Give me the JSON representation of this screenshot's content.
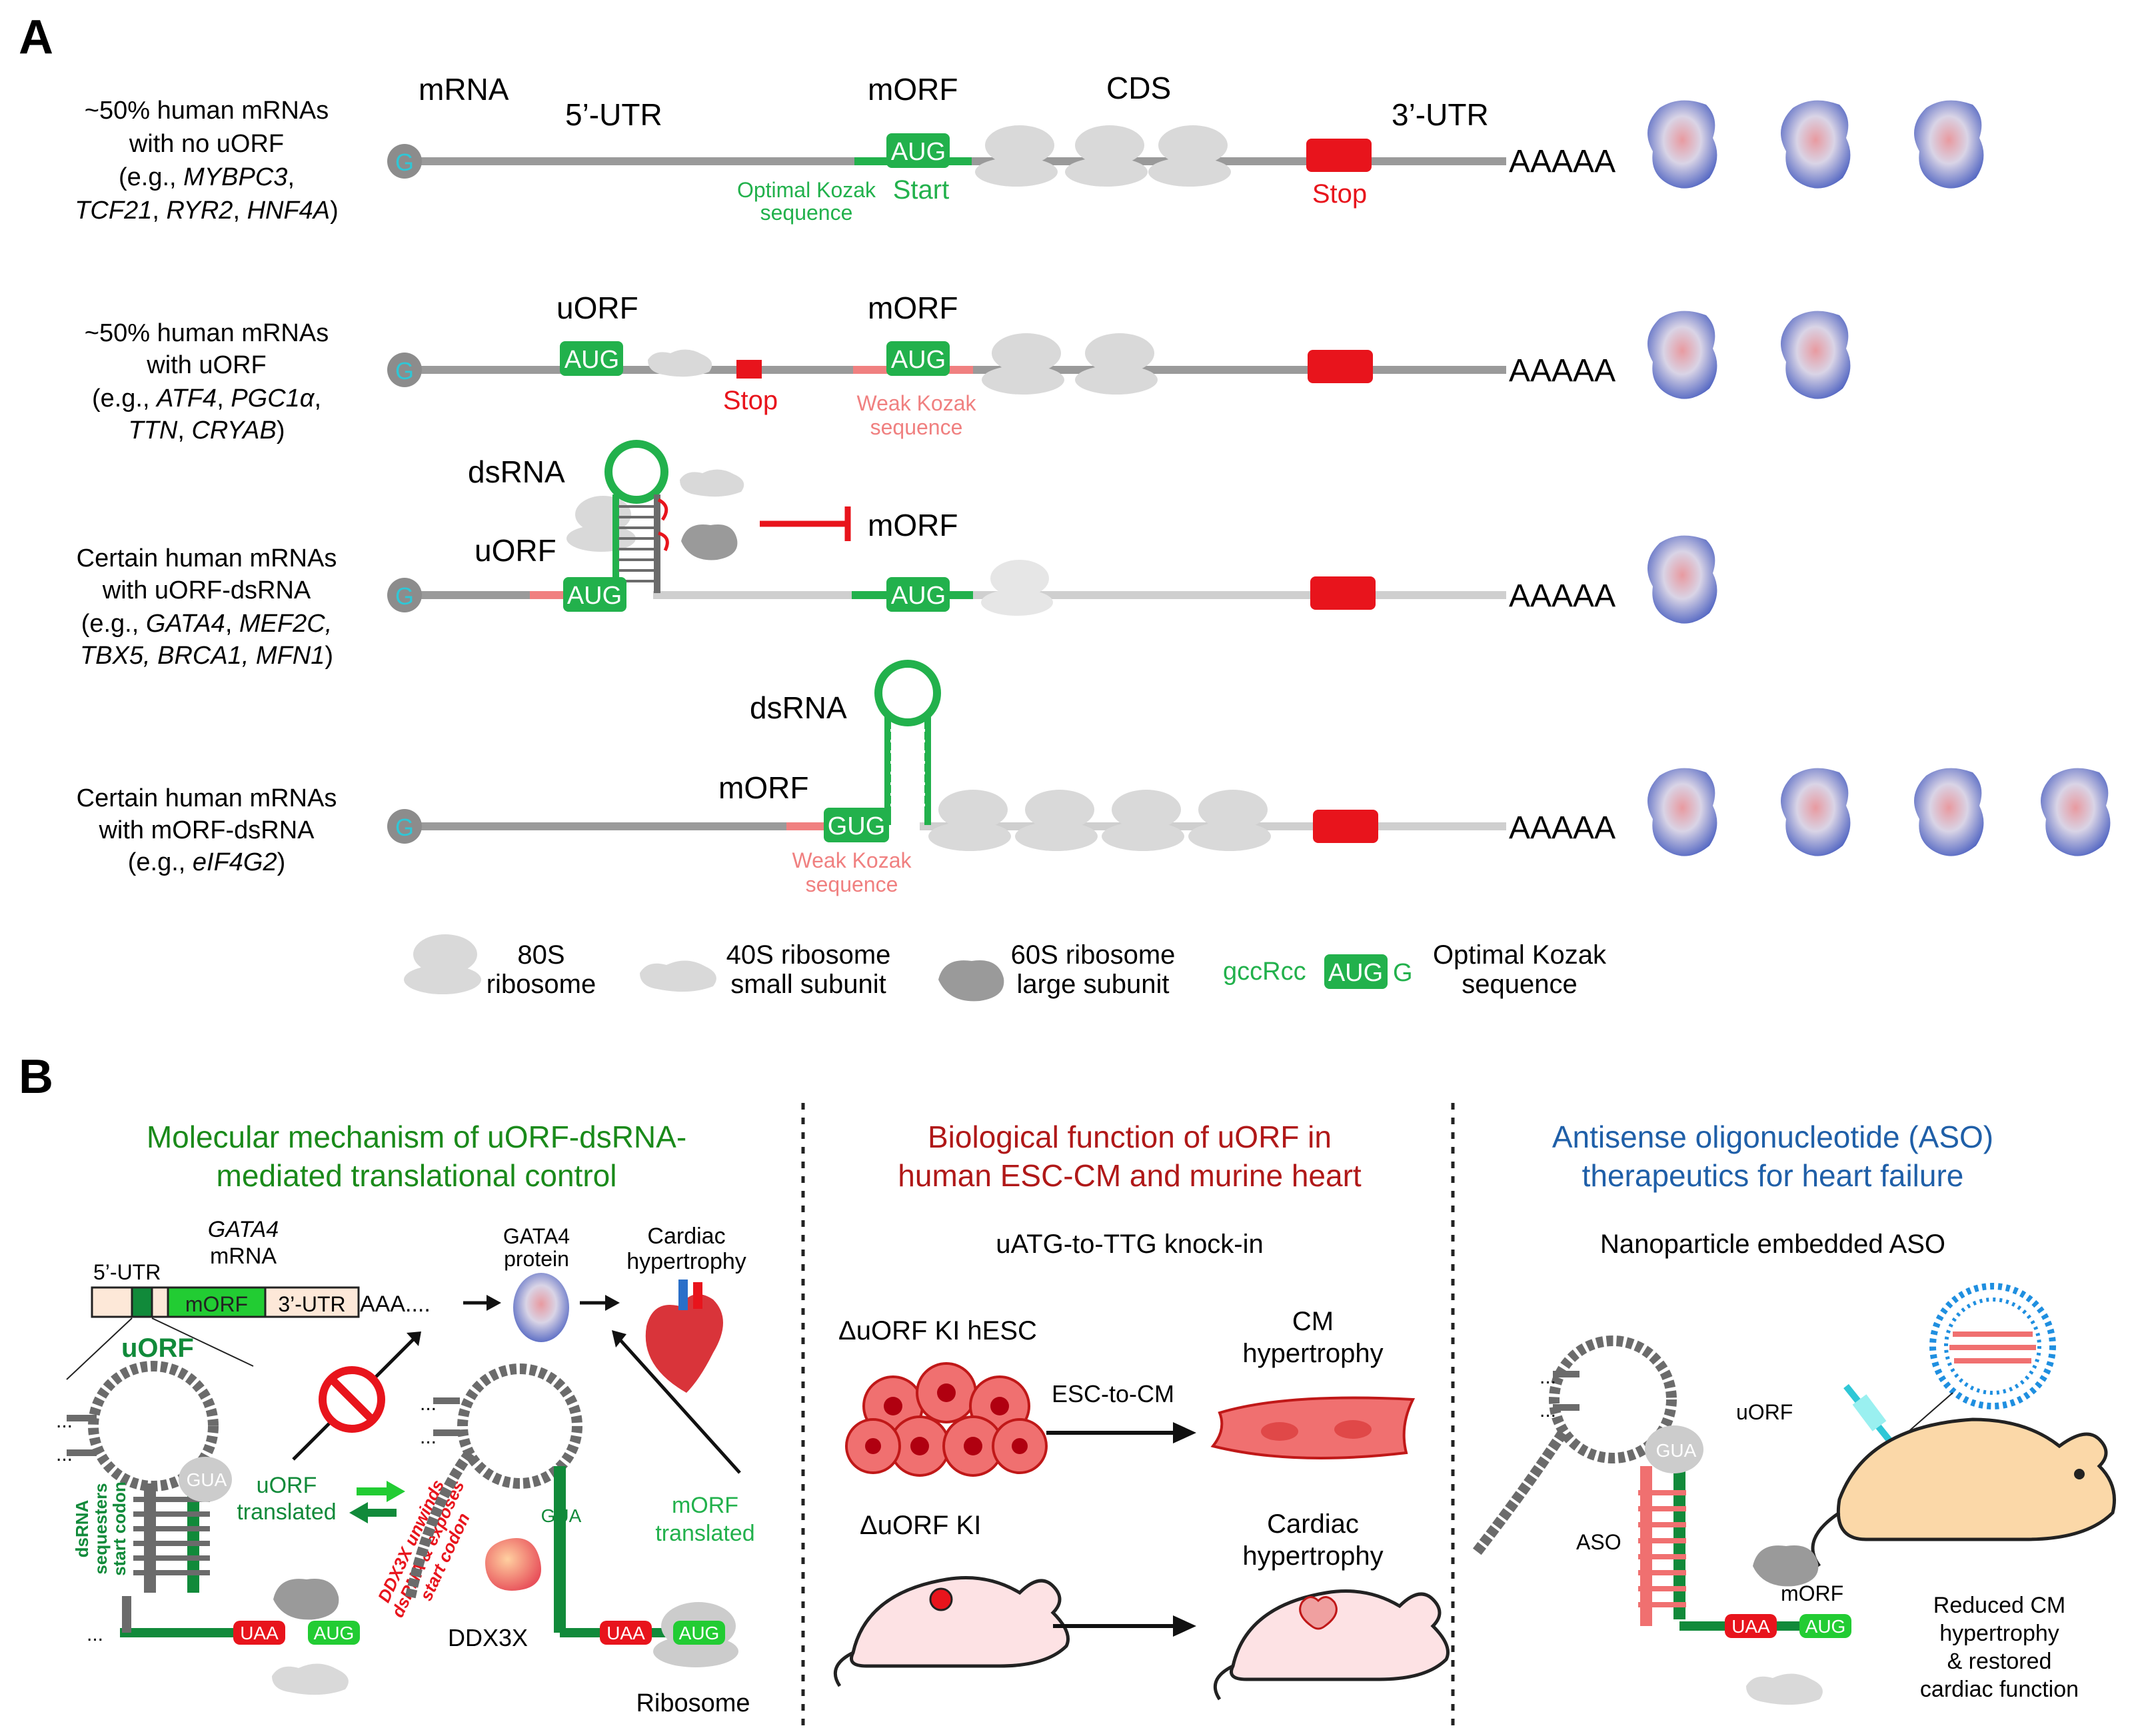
{
  "panelA": {
    "letter": "A",
    "headers": {
      "mrna": "mRNA",
      "utr5": "5’-UTR",
      "morf": "mORF",
      "cds": "CDS",
      "utr3": "3’-UTR"
    },
    "rows": [
      {
        "lines": [
          [
            {
              "t": "~50% human mRNAs"
            }
          ],
          [
            {
              "t": "with no uORF"
            }
          ],
          [
            {
              "t": "(e.g., "
            },
            {
              "t": "MYBPC3",
              "i": true
            },
            {
              "t": ","
            }
          ],
          [
            {
              "t": "TCF21",
              "i": true
            },
            {
              "t": ", "
            },
            {
              "t": "RYR2",
              "i": true
            },
            {
              "t": ", "
            },
            {
              "t": "HNF4A",
              "i": true
            },
            {
              "t": ")"
            }
          ]
        ],
        "cap": "G",
        "morf_codon": "AUG",
        "kozak": [
          "Optimal Kozak",
          "sequence"
        ],
        "start": "Start",
        "stop": "Stop",
        "polyA": "AAAAA",
        "proteins": 3
      },
      {
        "lines": [
          [
            {
              "t": "~50% human mRNAs"
            }
          ],
          [
            {
              "t": "with uORF"
            }
          ],
          [
            {
              "t": "(e.g., "
            },
            {
              "t": "ATF4",
              "i": true
            },
            {
              "t": ", "
            },
            {
              "t": "PGC1α",
              "i": true
            },
            {
              "t": ","
            }
          ],
          [
            {
              "t": "TTN",
              "i": true
            },
            {
              "t": ", "
            },
            {
              "t": "CRYAB",
              "i": true
            },
            {
              "t": ")"
            }
          ]
        ],
        "cap": "G",
        "uorf_label": "uORF",
        "morf_label": "mORF",
        "uorf_codon": "AUG",
        "morf_codon": "AUG",
        "stop": "Stop",
        "weak_kozak": [
          "Weak Kozak",
          "sequence"
        ],
        "polyA": "AAAAA",
        "proteins": 2
      },
      {
        "lines": [
          [
            {
              "t": "Certain human mRNAs"
            }
          ],
          [
            {
              "t": "with uORF-dsRNA"
            }
          ],
          [
            {
              "t": "(e.g., "
            },
            {
              "t": "GATA4",
              "i": true
            },
            {
              "t": ", "
            },
            {
              "t": "MEF2C,",
              "i": true
            }
          ],
          [
            {
              "t": "TBX5, BRCA1, MFN1",
              "i": true
            },
            {
              "t": ")"
            }
          ]
        ],
        "cap": "G",
        "dsrna": "dsRNA",
        "uorf_label": "uORF",
        "morf_label": "mORF",
        "uorf_codon": "AUG",
        "morf_codon": "AUG",
        "polyA": "AAAAA",
        "proteins": 1
      },
      {
        "lines": [
          [
            {
              "t": "Certain human mRNAs"
            }
          ],
          [
            {
              "t": "with mORF-dsRNA"
            }
          ],
          [
            {
              "t": "(e.g., "
            },
            {
              "t": "eIF4G2",
              "i": true
            },
            {
              "t": ")"
            }
          ]
        ],
        "cap": "G",
        "dsrna": "dsRNA",
        "morf_label": "mORF",
        "morf_codon": "GUG",
        "weak_kozak": [
          "Weak Kozak",
          "sequence"
        ],
        "polyA": "AAAAA",
        "proteins": 4
      }
    ],
    "legend": {
      "s80": [
        "80S",
        "ribosome"
      ],
      "s40": [
        "40S ribosome",
        "small subunit"
      ],
      "s60": [
        "60S ribosome",
        "large subunit"
      ],
      "kozak_prefix": "gccRcc",
      "kozak_codon": "AUG",
      "kozak_suffix": "G",
      "kozak_label": [
        "Optimal Kozak",
        "sequence"
      ]
    }
  },
  "panelB": {
    "letter": "B",
    "col1": {
      "title": [
        "Molecular mechanism of uORF-dsRNA-",
        "mediated translational control"
      ],
      "gene": "GATA4",
      "mrna": "mRNA",
      "bar_utr5": "5’-UTR",
      "bar_morf": "mORF",
      "bar_utr3": "3’-UTR",
      "bar_aaa": "AAA....",
      "uorf": "uORF",
      "protein": [
        "GATA4",
        "protein"
      ],
      "phenotype": [
        "Cardiac",
        "hypertrophy"
      ],
      "uorf_translated": [
        "uORF",
        "translated"
      ],
      "morf_translated": [
        "mORF",
        "translated"
      ],
      "sequesters": [
        "dsRNA",
        "sequesters",
        "start codon"
      ],
      "ddx_action": [
        "DDX3X unwinds",
        "dsRNA & exposes",
        "start codon"
      ],
      "ddx3x": "DDX3X",
      "ribosome": "Ribosome",
      "uaa": "UAA",
      "aug": "AUG",
      "gua": "GUA"
    },
    "col2": {
      "title": [
        "Biological function of uORF in",
        "human ESC-CM and murine heart"
      ],
      "subtitle": "uATG-to-TTG knock-in",
      "hesc": "ΔuORF KI hESC",
      "esc_to_cm": "ESC-to-CM",
      "cm_hyp": [
        "CM",
        "hypertrophy"
      ],
      "ki": "ΔuORF KI",
      "cardiac_hyp": [
        "Cardiac",
        "hypertrophy"
      ]
    },
    "col3": {
      "title": [
        "Antisense oligonucleotide (ASO)",
        "therapeutics for heart failure"
      ],
      "subtitle": "Nanoparticle embedded ASO",
      "uorf": "uORF",
      "aso": "ASO",
      "morf": "mORF",
      "uaa": "UAA",
      "aug": "AUG",
      "gua": "GUA",
      "outcome": [
        "Reduced CM",
        "hypertrophy",
        "& restored",
        "cardiac function"
      ]
    }
  },
  "colors": {
    "green": "#22b14c",
    "dark_green": "#118a3a",
    "title_green": "#1a8a1a",
    "red": "#e8141c",
    "salmon": "#f08080",
    "gray": "#9a9a9a",
    "dark_gray": "#6b6b6b",
    "blue_title": "#1f5fa8",
    "red_title": "#b01818",
    "cyan": "#2fc7d6"
  }
}
